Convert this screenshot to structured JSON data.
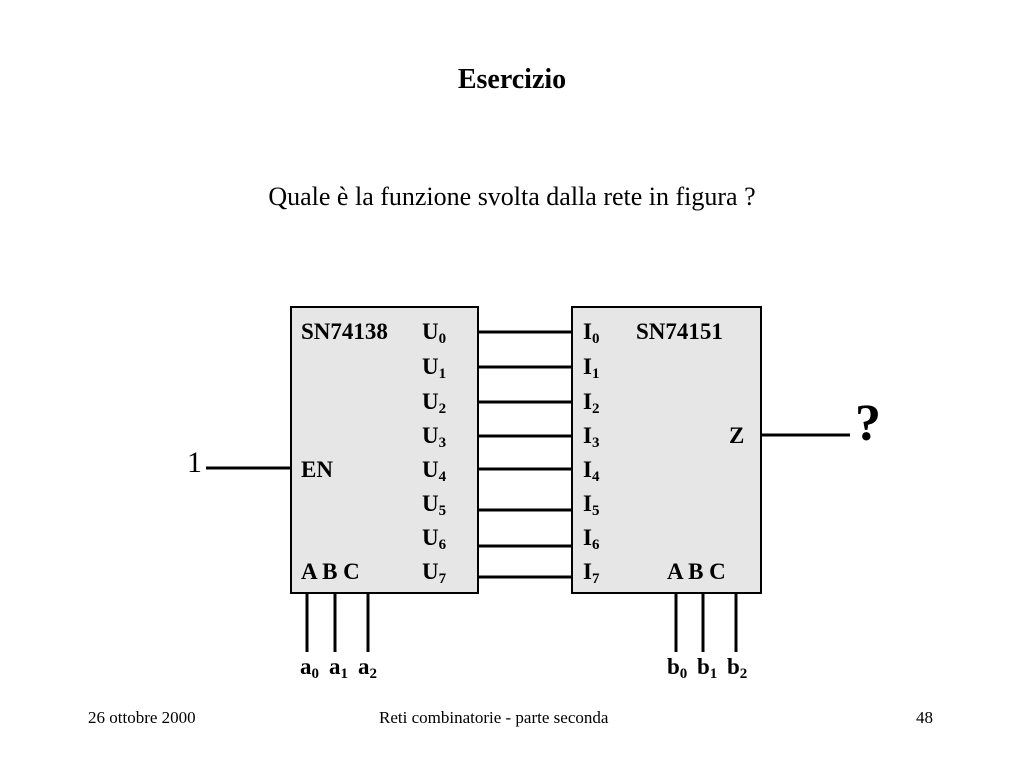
{
  "slide": {
    "title": "Esercizio",
    "question": "Quale è la funzione svolta dalla rete in figura ?"
  },
  "decoder": {
    "name": "SN74138",
    "enable_label": "EN",
    "select_labels": "A B C",
    "output_letter": "U",
    "output_indices": [
      "0",
      "1",
      "2",
      "3",
      "4",
      "5",
      "6",
      "7"
    ],
    "enable_value": "1",
    "input_letter": "a",
    "input_indices": [
      "0",
      "1",
      "2"
    ]
  },
  "multiplexer": {
    "name": "SN74151",
    "output_label": "Z",
    "select_labels": "A B C",
    "input_letter": "I",
    "input_indices": [
      "0",
      "1",
      "2",
      "3",
      "4",
      "5",
      "6",
      "7"
    ],
    "select_letter": "b",
    "select_indices": [
      "0",
      "1",
      "2"
    ],
    "output_value": "?"
  },
  "footer": {
    "date": "26 ottobre 2000",
    "course": "Reti combinatorie - parte seconda",
    "page_number": "48"
  },
  "colors": {
    "chip_fill": "#e6e6e6",
    "line": "#000000"
  }
}
